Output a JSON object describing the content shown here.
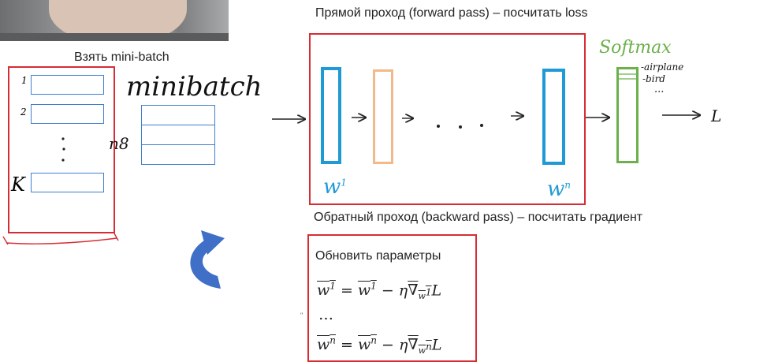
{
  "labels": {
    "forward": "Прямой проход (forward pass) – посчитать loss",
    "take_batch": "Взять mini-batch",
    "backward": "Обратный проход (backward pass) – посчитать градиент",
    "update": "Обновить параметры"
  },
  "handwriting": {
    "minibatch": "minibatch",
    "softmax": "Softmax",
    "airplane": "-airplane",
    "bird": "-bird",
    "dots_classes": "...",
    "loss": "L",
    "row1": "1",
    "row2": "2",
    "rowk": "K",
    "n8": "n8",
    "w1": "w",
    "w1_sup": "1",
    "wn": "w",
    "wn_sup": "n"
  },
  "formulas": {
    "line1": {
      "lhs_base": "w",
      "lhs_sup": "1",
      "eq": " = ",
      "rhs_base": "w",
      "rhs_sup": "1",
      "minus": " − η",
      "nabla": "∇",
      "nabla_sub": "w",
      "nabla_subsup": "1",
      "tail": "L"
    },
    "ellipsis": "…",
    "line2": {
      "lhs_base": "w",
      "lhs_sup": "n",
      "eq": " = ",
      "rhs_base": "w",
      "rhs_sup": "n",
      "minus": " − η",
      "nabla": "∇",
      "nabla_sub": "w",
      "nabla_subsup": "n",
      "tail": "L"
    }
  },
  "colors": {
    "red_box": "#d62d35",
    "blue_layer": "#1f9ad6",
    "orange_layer": "#f2b98a",
    "green_softmax": "#6bb04a",
    "slot_blue": "#3f7fd0",
    "cycle_arrow": "#3f6fc6"
  }
}
